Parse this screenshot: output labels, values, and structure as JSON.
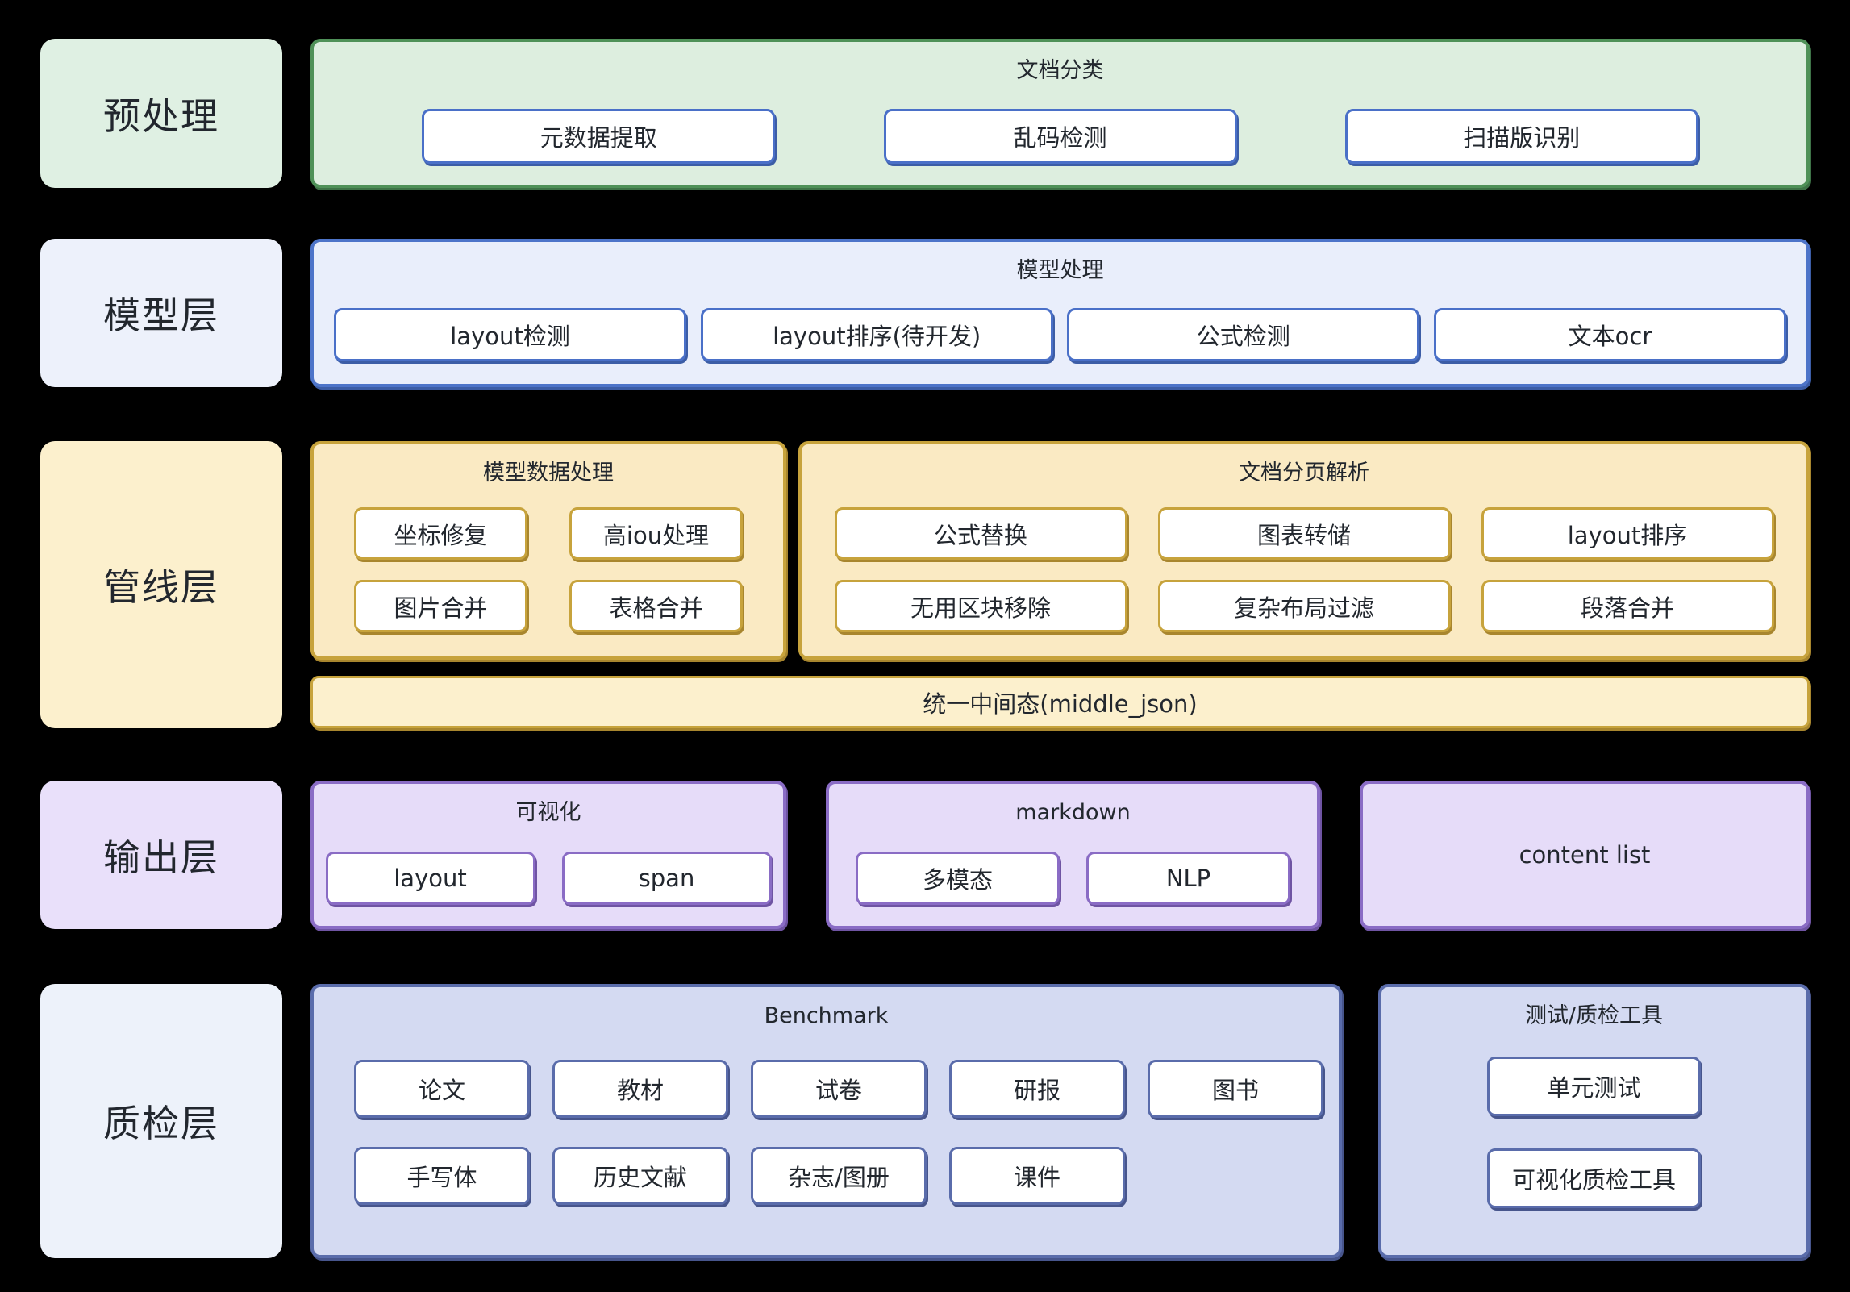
{
  "diagram": {
    "layers": [
      {
        "label": "预处理",
        "groups": [
          {
            "title": "文档分类",
            "items": [
              "元数据提取",
              "乱码检测",
              "扫描版识别"
            ]
          }
        ]
      },
      {
        "label": "模型层",
        "groups": [
          {
            "title": "模型处理",
            "items": [
              "layout检测",
              "layout排序(待开发)",
              "公式检测",
              "文本ocr"
            ]
          }
        ]
      },
      {
        "label": "管线层",
        "groups": [
          {
            "title": "模型数据处理",
            "items": [
              "坐标修复",
              "高iou处理",
              "图片合并",
              "表格合并"
            ]
          },
          {
            "title": "文档分页解析",
            "items": [
              "公式替换",
              "图表转储",
              "layout排序",
              "无用区块移除",
              "复杂布局过滤",
              "段落合并"
            ]
          }
        ],
        "bar": "统一中间态(middle_json)"
      },
      {
        "label": "输出层",
        "groups": [
          {
            "title": "可视化",
            "items": [
              "layout",
              "span"
            ]
          },
          {
            "title": "markdown",
            "items": [
              "多模态",
              "NLP"
            ]
          },
          {
            "title": "content list",
            "items": []
          }
        ]
      },
      {
        "label": "质检层",
        "groups": [
          {
            "title": "Benchmark",
            "items": [
              "论文",
              "教材",
              "试卷",
              "研报",
              "图书",
              "手写体",
              "历史文献",
              "杂志/图册",
              "课件"
            ]
          },
          {
            "title": "测试/质检工具",
            "items": [
              "单元测试",
              "可视化质检工具"
            ]
          }
        ]
      }
    ],
    "colors": {
      "background": "#000000",
      "node_fill": "#ffffff",
      "green_fill": "#ddeedf",
      "green_border": "#4f9158",
      "blue_fill": "#e9eefb",
      "blue_border": "#4d74c9",
      "yellow_fill": "#faeac3",
      "yellow_border": "#c7a33c",
      "purple_fill": "#e6dcf9",
      "purple_border": "#8a6cc5",
      "indigo_fill": "#d4daf2",
      "indigo_border": "#5a6cab"
    }
  }
}
